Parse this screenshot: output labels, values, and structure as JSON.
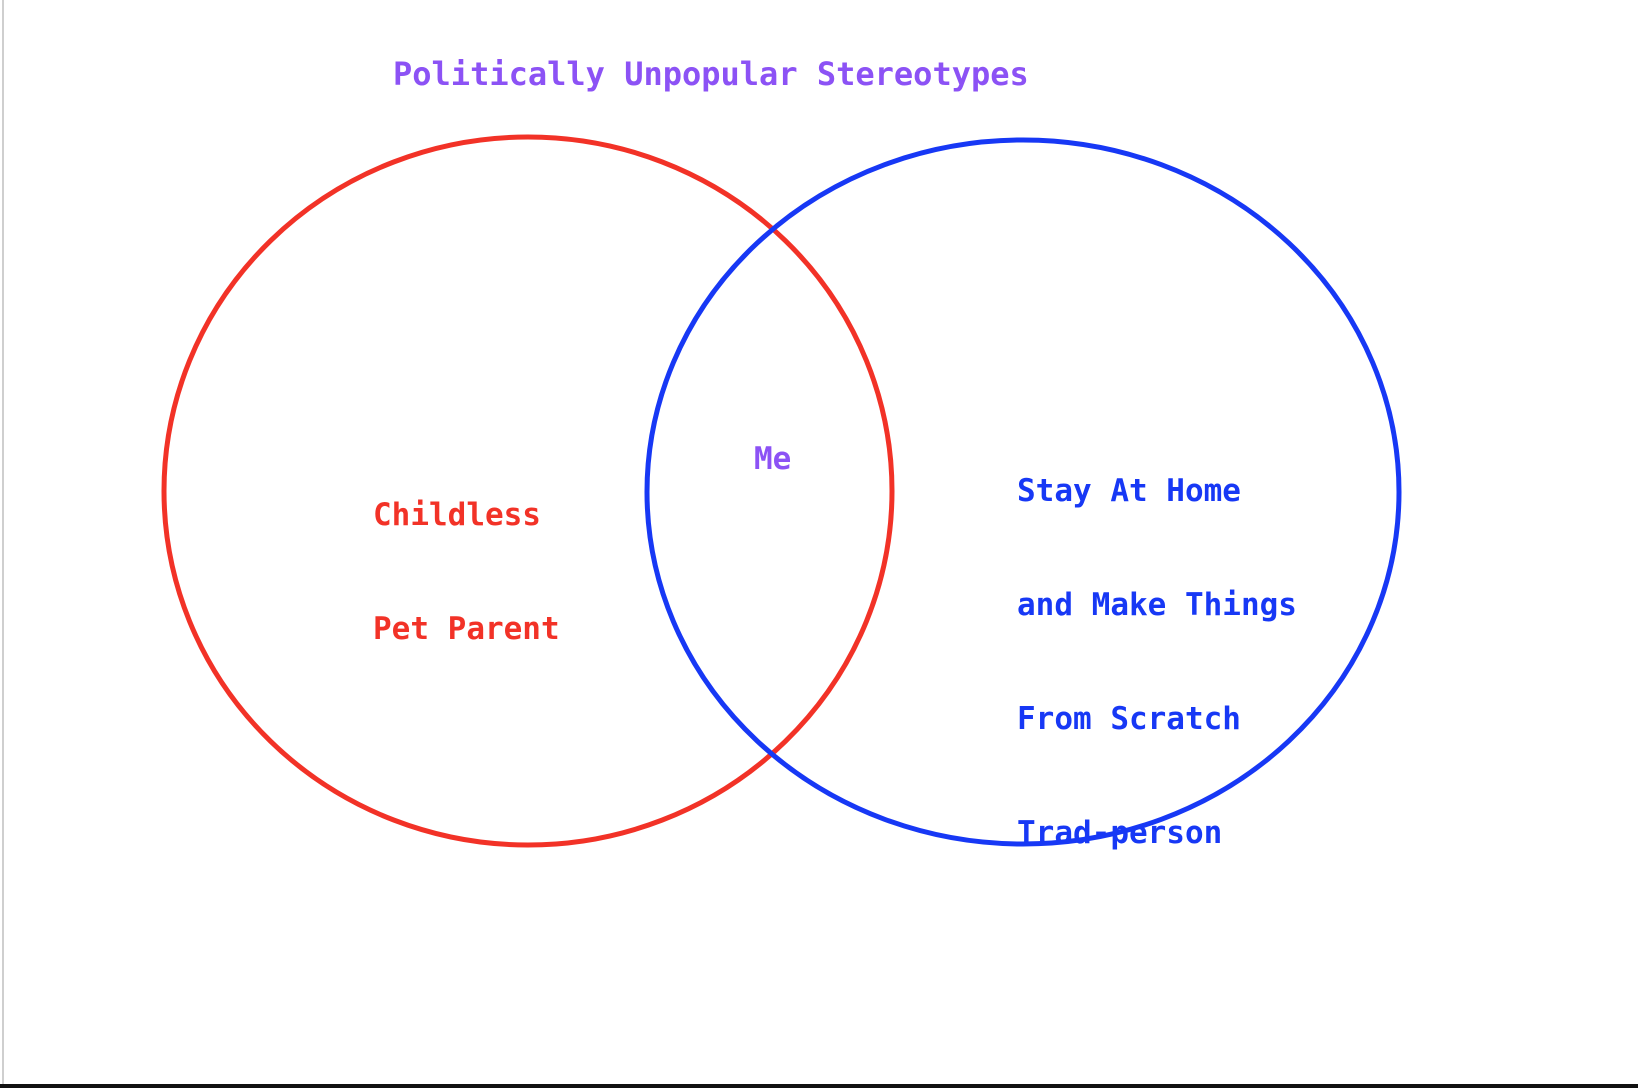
{
  "title": "Politically Unpopular Stereotypes",
  "sets": [
    {
      "label_lines": [
        "Childless",
        "Pet Parent"
      ],
      "color": "#f23227"
    },
    {
      "label_lines": [
        "Stay At Home",
        "and Make Things",
        "From Scratch",
        "Trad-person"
      ],
      "color": "#1738f5"
    }
  ],
  "intersection": {
    "label": "Me"
  },
  "colors": {
    "title": "#8c52f5",
    "intersection": "#8c52f5",
    "left": "#f23227",
    "right": "#1738f5"
  }
}
